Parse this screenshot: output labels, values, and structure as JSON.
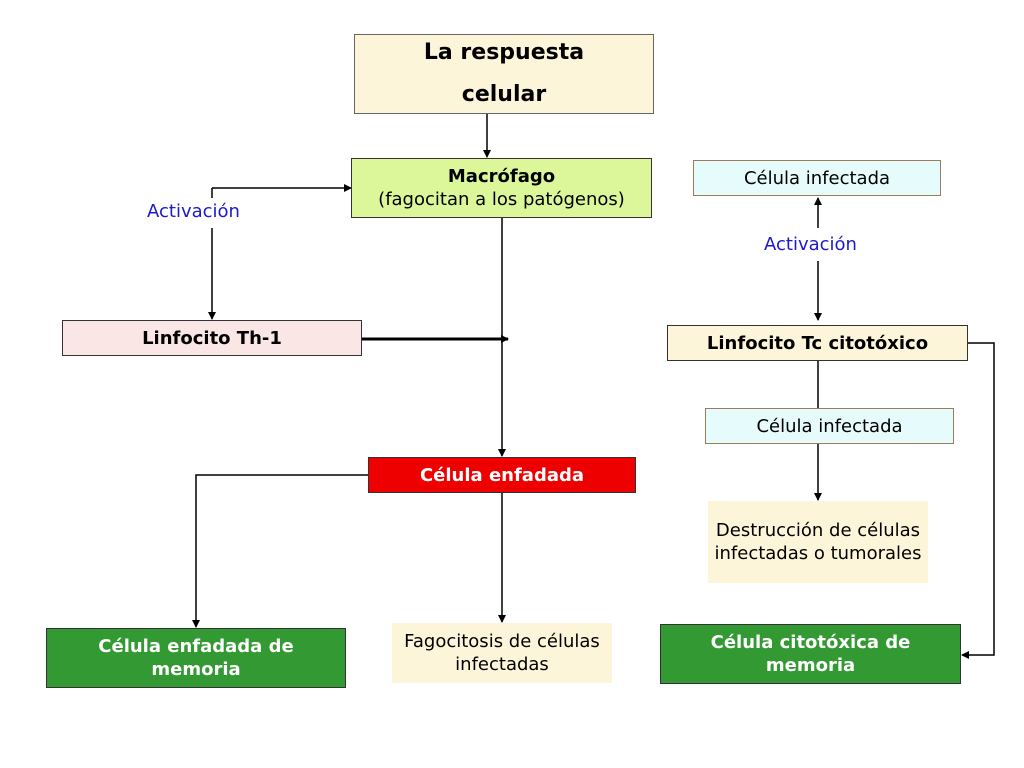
{
  "title_box": {
    "line1": "La respuesta",
    "line2": "celular"
  },
  "macrofago": {
    "title": "Macrófago",
    "subtitle": "(fagocitan a los patógenos)"
  },
  "linfocito_th1": {
    "label": "Linfocito Th-1"
  },
  "celula_enfadada": {
    "label": "Célula enfadada"
  },
  "celula_enfadada_memoria": {
    "label": "Célula enfadada de memoria"
  },
  "fagocitosis": {
    "label": "Fagocitosis de células infectadas"
  },
  "celula_infectada_top": {
    "label": "Célula infectada"
  },
  "linfocito_tc": {
    "label": "Linfocito Tc citotóxico"
  },
  "celula_infectada_mid": {
    "label": "Célula infectada"
  },
  "destruccion": {
    "label": "Destrucción de células infectadas o tumorales"
  },
  "celula_citotoxica_memoria": {
    "label": "Célula citotóxica de memoria"
  },
  "activacion_left": {
    "label": "Activación"
  },
  "activacion_right": {
    "label": "Activación"
  },
  "colors": {
    "title_bg": "#fdf5d9",
    "macrofago_bg": "#dcf79a",
    "linfocito_th1_bg": "#fbe6e6",
    "celula_enfadada_bg": "#ee0000",
    "memory_bg": "#339933",
    "fagocitosis_bg": "#fdf5d9",
    "celula_infectada_bg": "#e6fbfb",
    "linfocito_tc_bg": "#fdf5d9",
    "destruccion_bg": "#fdf5d9",
    "activacion_text": "#1a1acc"
  }
}
